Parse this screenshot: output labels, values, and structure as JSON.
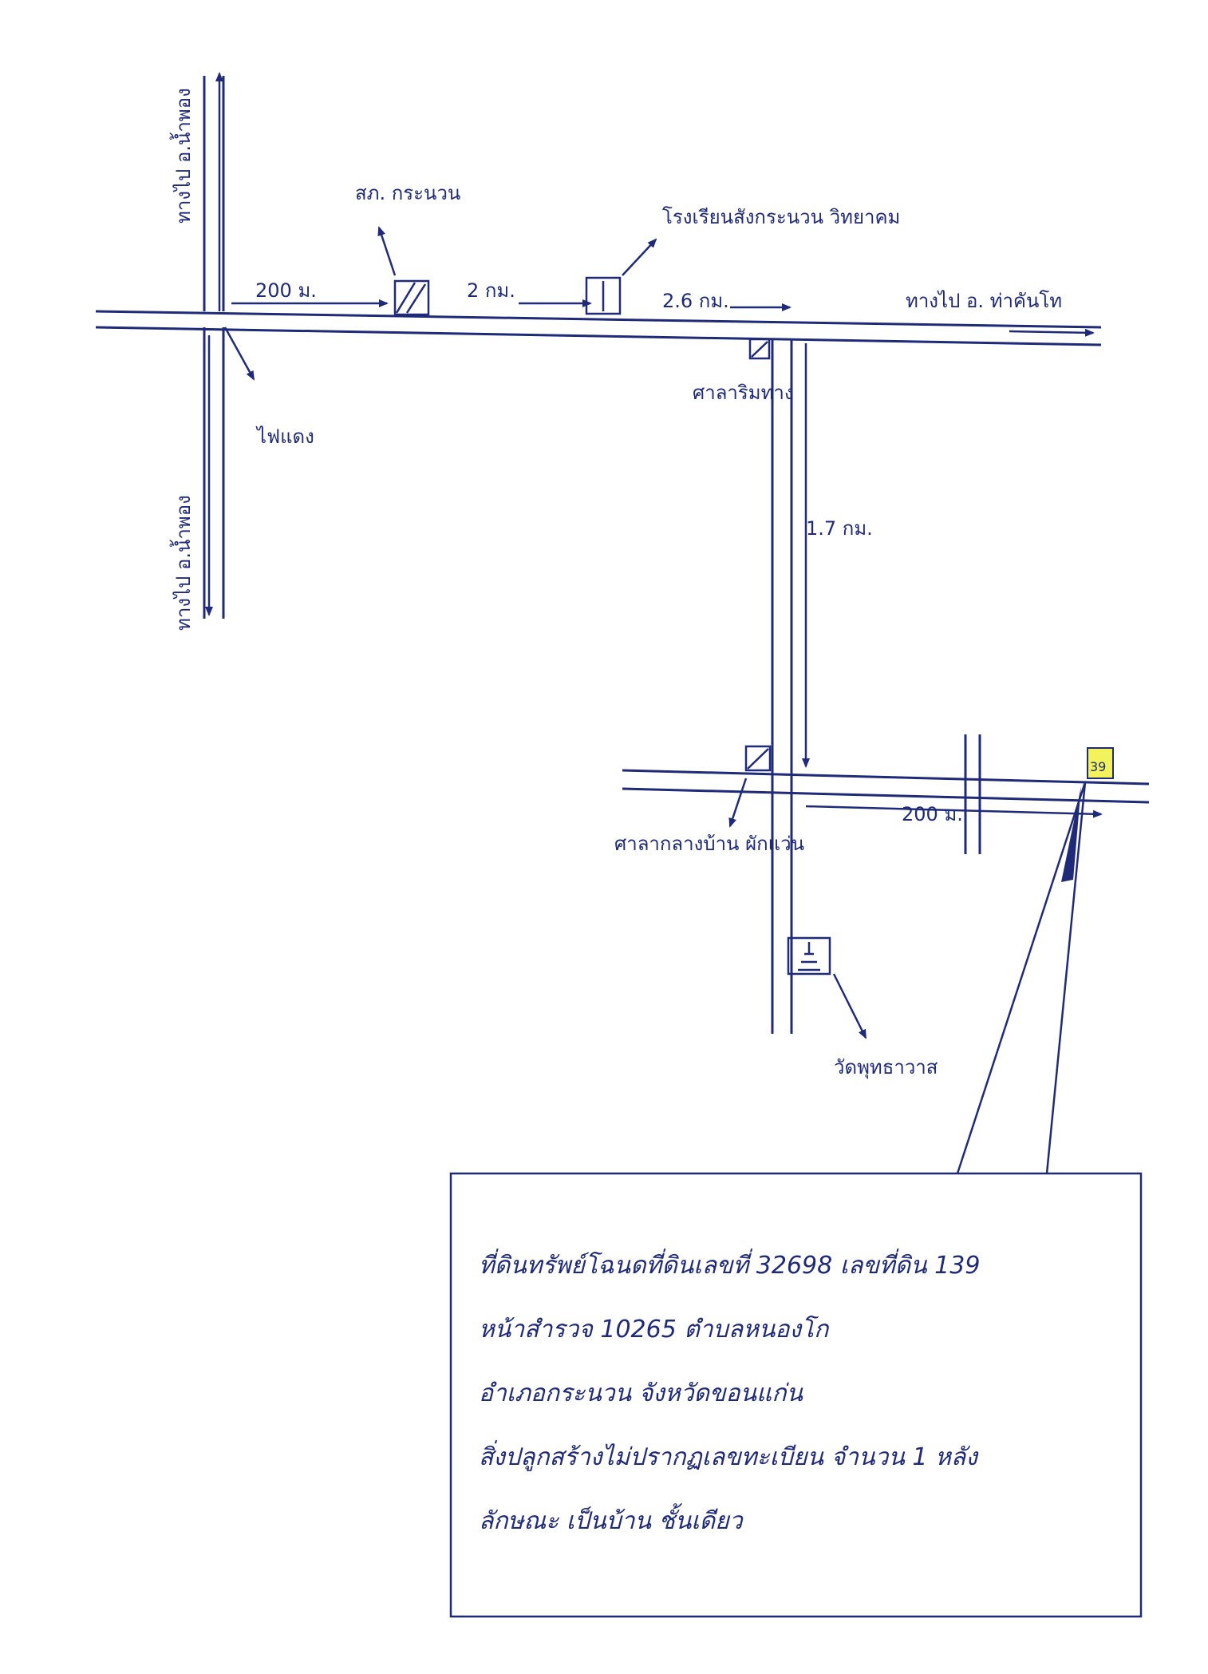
{
  "map": {
    "labels": {
      "road_north": "ทางไป อ.น้ำพอง",
      "road_south": "ทางไป อ.น้ำพอง",
      "road_east": "ทางไป อ. ท่าคันโท",
      "police": "สภ. กระนวน",
      "school": "โรงเรียนสังกระนวน วิทยาคม",
      "traffic_light": "ไฟแดง",
      "sala": "ศาลาริมทาง",
      "village_hall": "ศาลากลางบ้าน ผักแว่น",
      "temple": "วัดพุทธาวาส",
      "plot_marker": "39"
    },
    "distances": {
      "d1": "200 ม.",
      "d2": "2 กม.",
      "d3": "2.6 กม.",
      "d4": "1.7 กม.",
      "d5": "200 ม."
    },
    "note_lines": [
      "ที่ดินทรัพย์โฉนดที่ดินเลขที่ 32698 เลขที่ดิน 139",
      "หน้าสำรวจ 10265 ตำบลหนองโก",
      "อำเภอกระนวน จังหวัดขอนแก่น",
      "สิ่งปลูกสร้างไม่ปรากฏเลขทะเบียน จำนวน 1 หลัง",
      "ลักษณะ เป็นบ้าน ชั้นเดียว"
    ],
    "colors": {
      "ink": "#1f2a78",
      "highlight": "#f2f25a"
    }
  }
}
